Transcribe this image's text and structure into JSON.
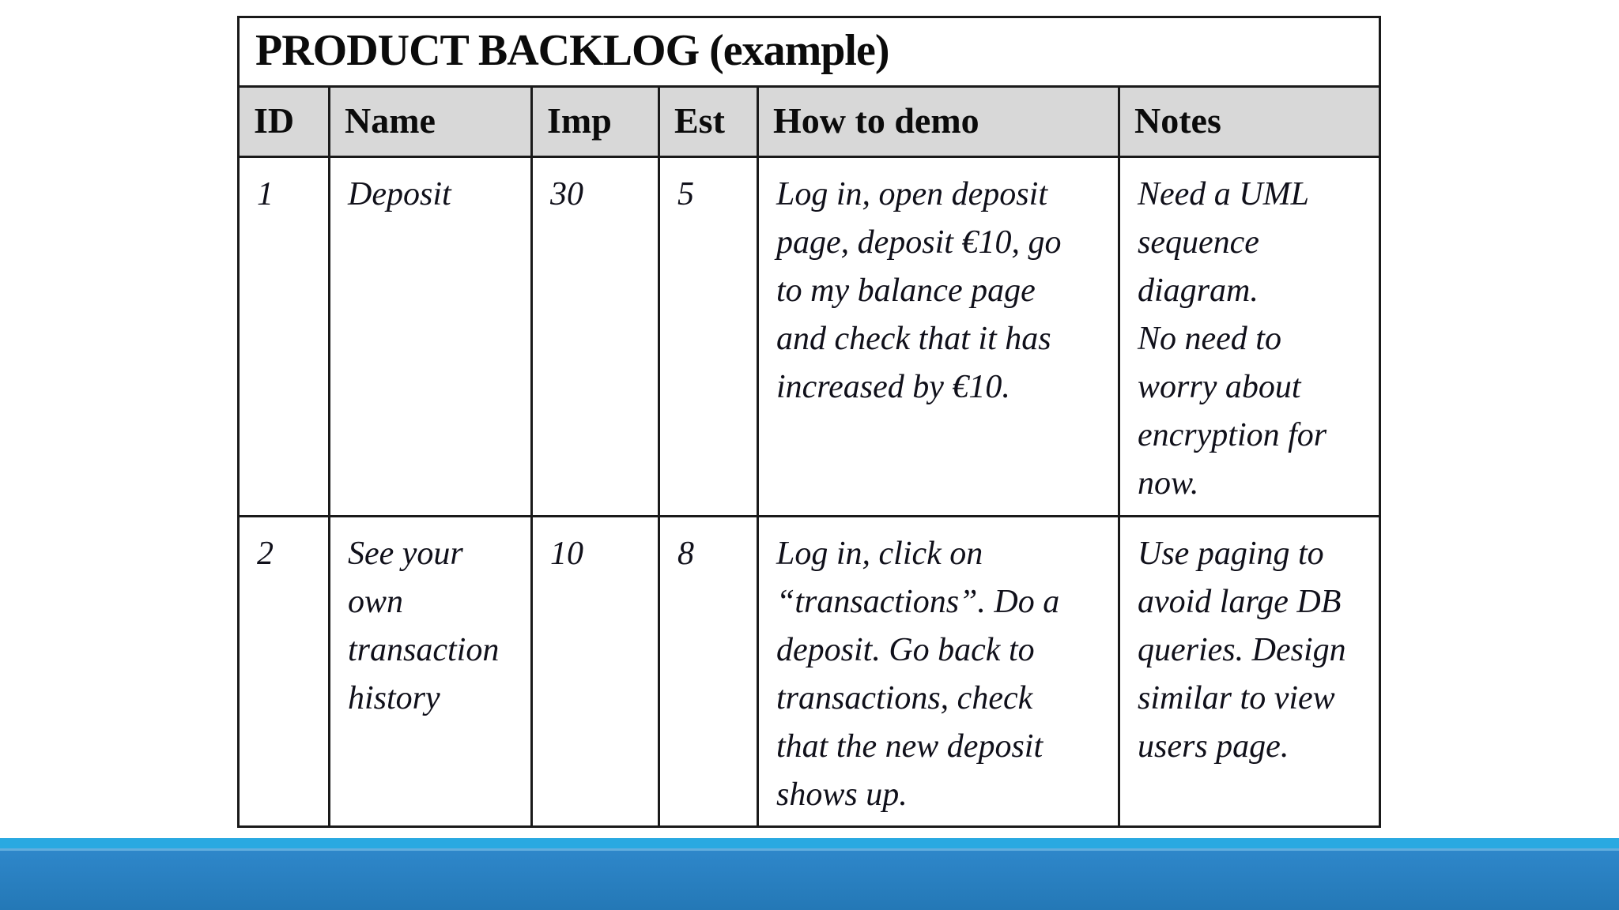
{
  "title": "PRODUCT BACKLOG (example)",
  "columns": [
    "ID",
    "Name",
    "Imp",
    "Est",
    "How to demo",
    "Notes"
  ],
  "rows": [
    {
      "id": "1",
      "name": "Deposit",
      "imp": "30",
      "est": "5",
      "how_to_demo": "Log in, open deposit\npage, deposit €10, go\nto my balance page\nand check that it has\nincreased by €10.",
      "notes": "Need a UML\nsequence\ndiagram.\nNo need to\nworry about\nencryption for\nnow."
    },
    {
      "id": "2",
      "name": "See your\nown\ntransaction\nhistory",
      "imp": "10",
      "est": "8",
      "how_to_demo": "Log in, click on\n“transactions”. Do a\ndeposit. Go back to\ntransactions, check\nthat the new deposit\nshows up.",
      "notes": "Use paging to\navoid large DB\nqueries. Design\nsimilar to view\nusers page."
    }
  ],
  "colors": {
    "border": "#1a1a1a",
    "header_bg": "#d8d8d8",
    "footer_strip": "#29a9e1",
    "footer_divider": "#62aede",
    "footer_bar_top": "#2e87ca",
    "footer_bar_bottom": "#2478b6"
  }
}
